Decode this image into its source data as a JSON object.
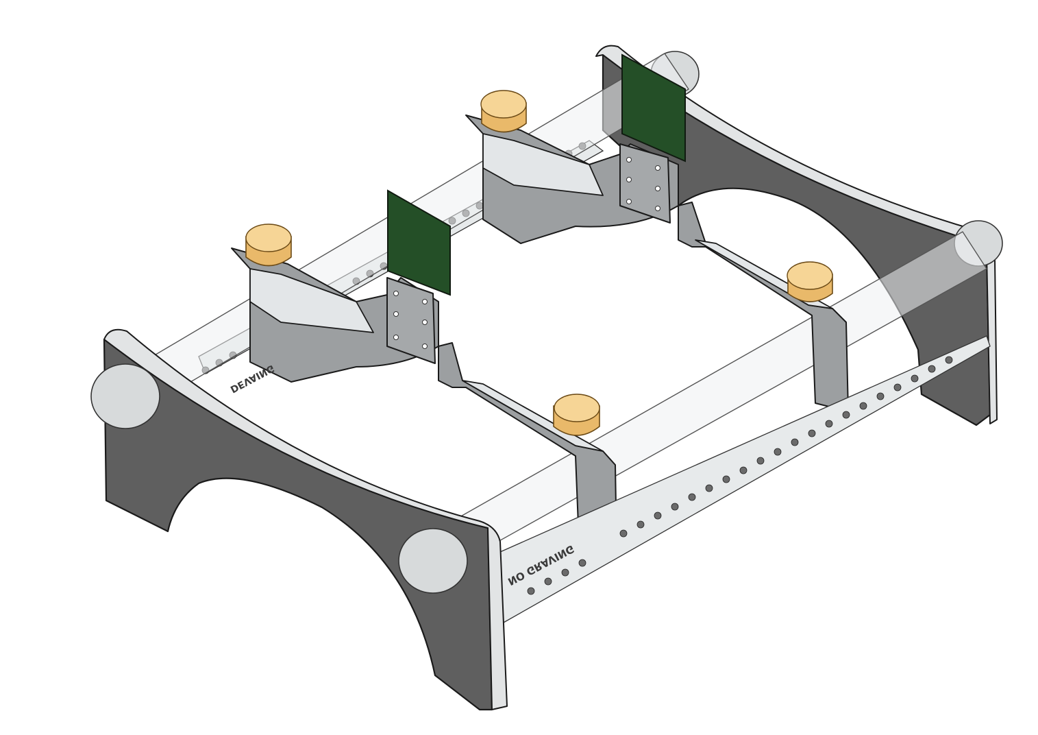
{
  "view": {
    "engraving_front": "NO GRAVING",
    "engraving_left": "DEVAING"
  },
  "colors": {
    "end_plate": "#5f5f5f",
    "end_plate_edge": "#e2e4e5",
    "carriage": "#9c9fa1",
    "pcb": "#244f27",
    "knob": "#e9b96a",
    "rod": "#eef1f2"
  },
  "parts": [
    {
      "id": "end-plate-front",
      "icon": "end-plate"
    },
    {
      "id": "end-plate-back",
      "icon": "end-plate"
    },
    {
      "id": "guide-rod",
      "icon": "rod",
      "count": 2
    },
    {
      "id": "carriage",
      "icon": "carriage",
      "count": 2
    },
    {
      "id": "thumb-screw",
      "icon": "knurled-knob",
      "count": 4
    },
    {
      "id": "pcb-holder",
      "icon": "green-board",
      "count": 2
    },
    {
      "id": "ruler-rail",
      "icon": "perforated-rail",
      "count": 2
    }
  ]
}
